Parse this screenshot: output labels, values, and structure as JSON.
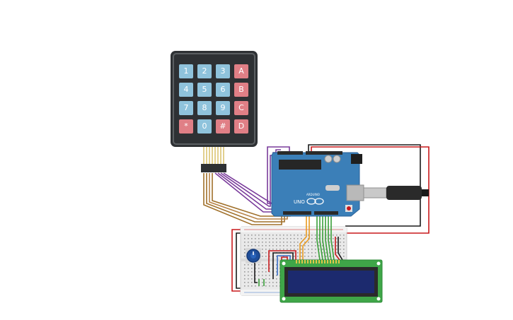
{
  "keypad": {
    "keys": [
      "1",
      "2",
      "3",
      "A",
      "4",
      "5",
      "6",
      "B",
      "7",
      "8",
      "9",
      "C",
      "*",
      "0",
      "#",
      "D"
    ]
  },
  "arduino": {
    "board_label": "UNO",
    "brand_label": "ARDUINO"
  },
  "colors": {
    "board": "#3b7fb8",
    "keypad_body": "#2e3134",
    "key_number": "#8fc3dc",
    "key_letter": "#e07f86",
    "breadboard": "#e9e9e9",
    "lcd_pcb": "#3fa648",
    "lcd_screen": "#1c2a6e",
    "wire_red": "#c8181c",
    "wire_black": "#1a1a1a",
    "wire_purple": "#7a3b9b",
    "wire_brown": "#a0702a",
    "wire_green": "#3aa03a",
    "wire_orange": "#e89a20"
  }
}
